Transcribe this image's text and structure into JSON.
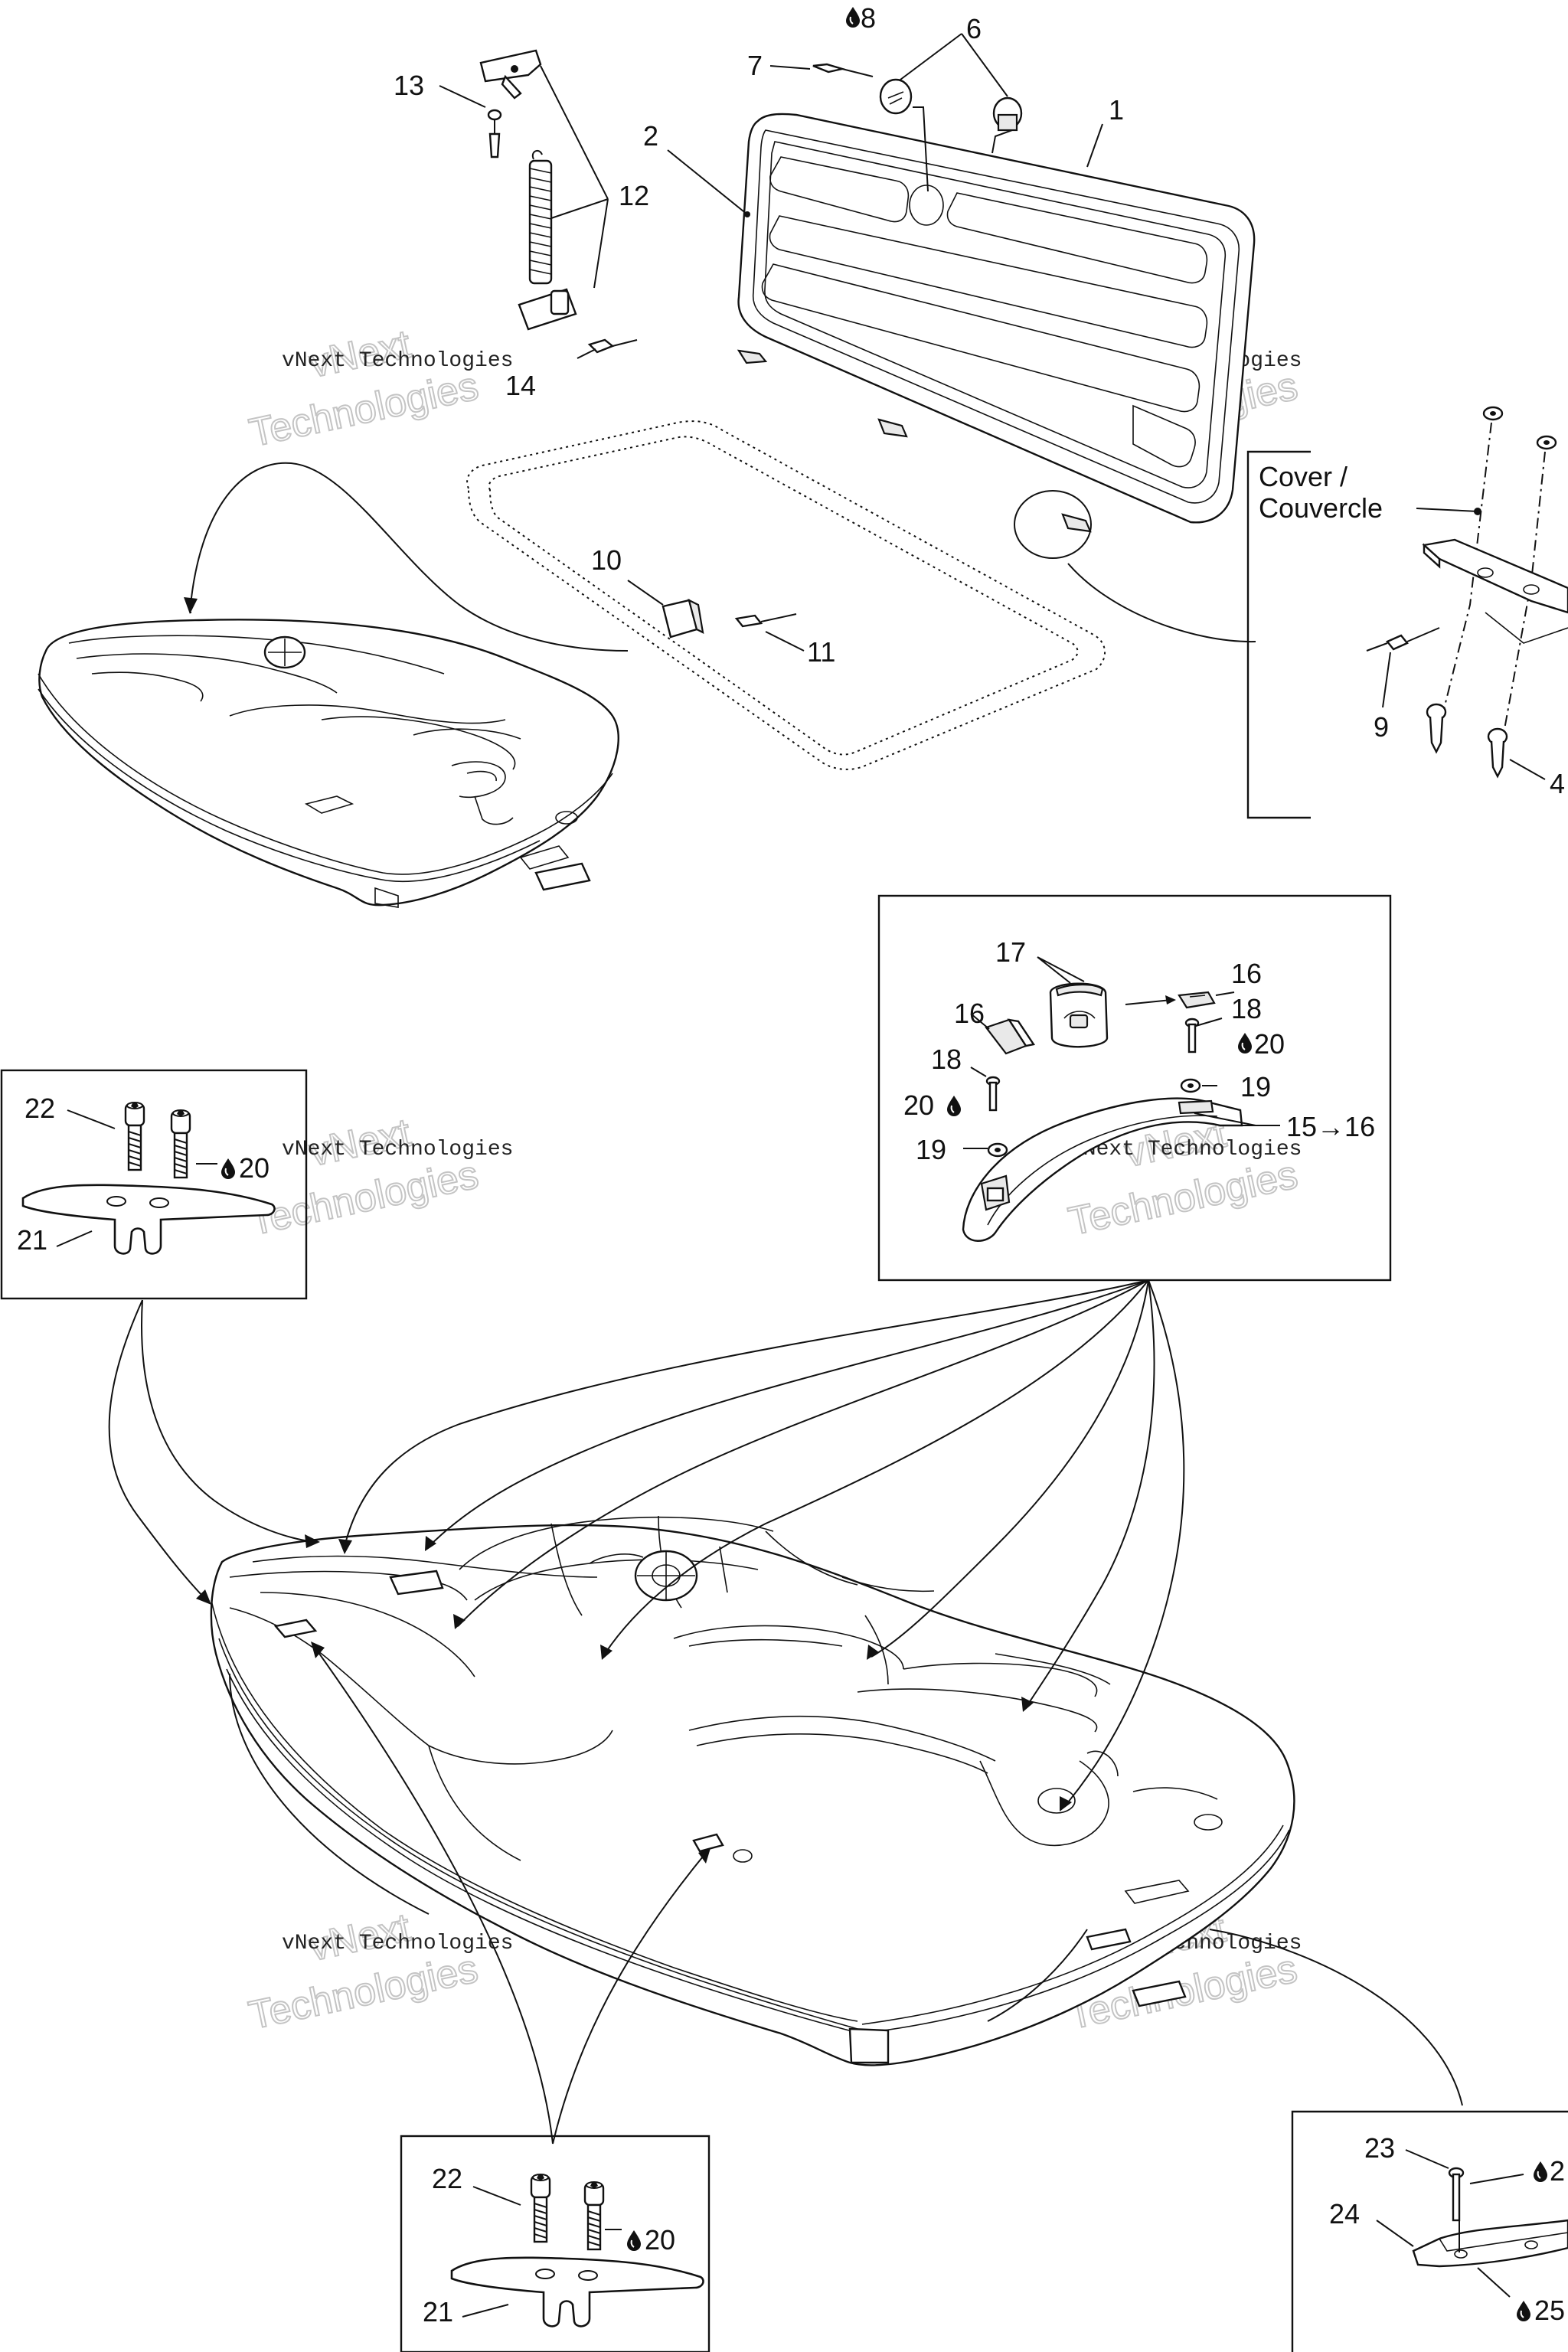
{
  "labels": {
    "l1": "1",
    "l2": "2",
    "l4": "4",
    "l6": "6",
    "l7": "7",
    "l8": "8",
    "l9": "9",
    "l10": "10",
    "l11": "11",
    "l12": "12",
    "l13": "13",
    "l14": "14",
    "l16a": "16",
    "l16b": "16",
    "l17": "17",
    "l18a": "18",
    "l18b": "18",
    "l19a": "19",
    "l19b": "19",
    "l20a": "20",
    "l20b": "20",
    "l20c": "20",
    "l20d": "20",
    "l15to16": "15→16",
    "l21a": "21",
    "l21b": "21",
    "l22a": "22",
    "l22b": "22",
    "l23": "23",
    "l24": "24",
    "l25": "25",
    "l2x": "2"
  },
  "cover_label": {
    "line1": "Cover /",
    "line2": "Couvercle"
  },
  "watermark": {
    "line1": "vNext Technologies",
    "line2": "vNext",
    "line3": "Technologies"
  },
  "icons": {
    "drop": "drop-icon",
    "arrow": "arrow-right-icon"
  }
}
